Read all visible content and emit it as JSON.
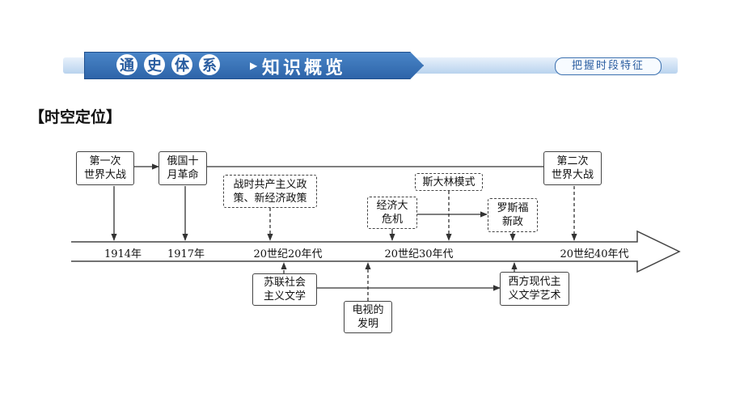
{
  "banner": {
    "chars": [
      "通",
      "史",
      "体",
      "系"
    ],
    "title": "知识概览",
    "tag": "把握时段特征"
  },
  "section_title": "【时空定位】",
  "timeline": {
    "labels": [
      "1914年",
      "1917年",
      "20世纪20年代",
      "20世纪30年代",
      "20世纪40年代"
    ]
  },
  "nodes": {
    "ww1": "第一次\n世界大战",
    "october_rev": "俄国十\n月革命",
    "war_communism": "战时共产主义政\n策、新经济政策",
    "stalin_model": "斯大林模式",
    "depression": "经济大\n危机",
    "new_deal": "罗斯福\n新政",
    "ww2": "第二次\n世界大战",
    "soviet_lit": "苏联社会\n主义文学",
    "tv": "电视的\n发明",
    "western_lit": "西方现代主\n义文学艺术"
  }
}
